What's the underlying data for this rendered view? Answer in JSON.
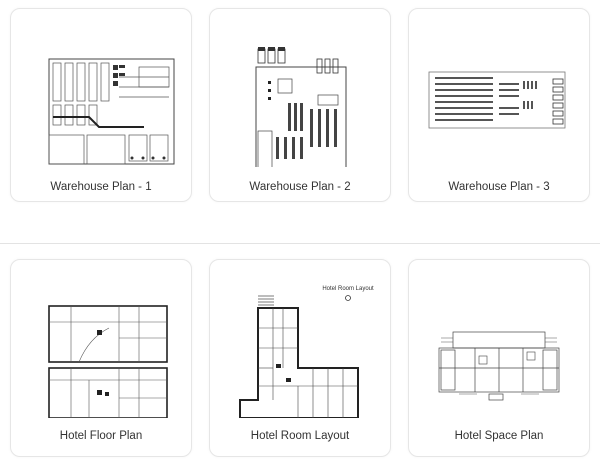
{
  "templates": {
    "row1": [
      {
        "label": "Warehouse Plan - 1"
      },
      {
        "label": "Warehouse Plan - 2"
      },
      {
        "label": "Warehouse Plan - 3"
      }
    ],
    "row2": [
      {
        "label": "Hotel Floor Plan"
      },
      {
        "label": "Hotel Room Layout",
        "thumb_title": "Hotel Room Layout"
      },
      {
        "label": "Hotel Space Plan"
      }
    ]
  }
}
